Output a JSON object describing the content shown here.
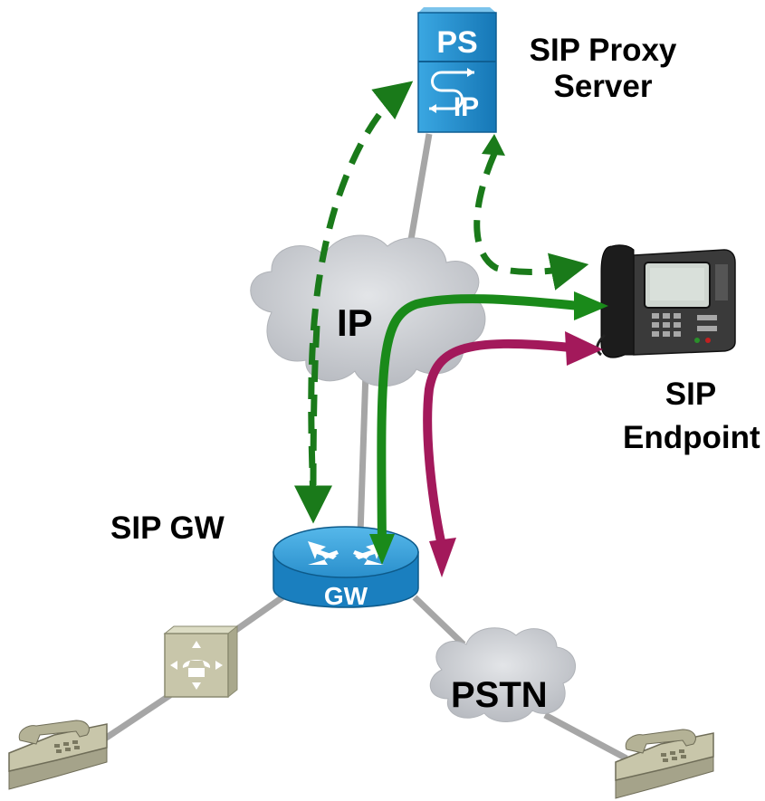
{
  "labels": {
    "proxy_line1": "SIP Proxy",
    "proxy_line2": "Server",
    "ip_cloud": "IP",
    "endpoint_line1": "SIP",
    "endpoint_line2": "Endpoint",
    "gw_label": "SIP GW",
    "router_text": "GW",
    "pstn_cloud": "PSTN",
    "server_top": "PS",
    "server_bottom": "IP"
  },
  "colors": {
    "signaling": "#1a7a1a",
    "media_green": "#1a8a1a",
    "media_magenta": "#a3195b",
    "links": "#a6a6a6",
    "cloud": "#c9ccd1",
    "server": "#1f8fd1",
    "router": "#1f8fd1",
    "phone_beige": "#c8c6aa"
  },
  "icons": [
    "sip-proxy-server-icon",
    "ip-phone-icon",
    "router-icon",
    "pbx-switch-icon",
    "analog-phone-icon",
    "cloud-icon"
  ]
}
